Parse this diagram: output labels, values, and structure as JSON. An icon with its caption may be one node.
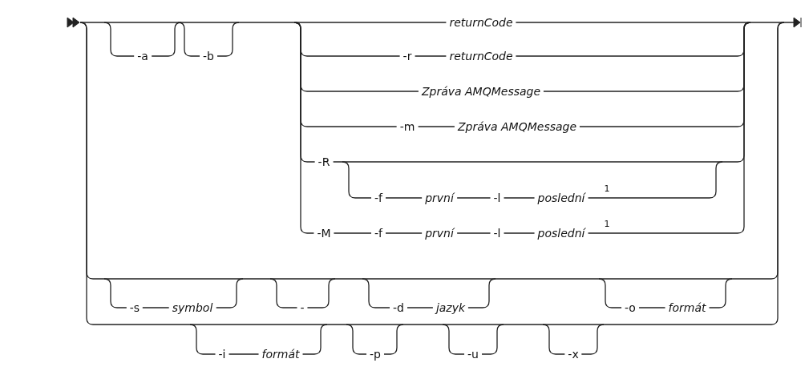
{
  "diagram": {
    "labels": [
      "-a",
      "-b",
      "returnCode",
      "-r",
      "returnCode",
      "Zpráva AMQMessage",
      "-m",
      "Zpráva AMQMessage",
      "-R",
      "-f",
      "první",
      "-l",
      "poslední",
      "1",
      "-M",
      "-f",
      "první",
      "-l",
      "poslední",
      "1",
      "-s",
      "symbol",
      "-",
      "-d",
      "jazyk",
      "-o",
      "formát",
      "-i",
      "formát",
      "-p",
      "-u",
      "-x"
    ]
  }
}
